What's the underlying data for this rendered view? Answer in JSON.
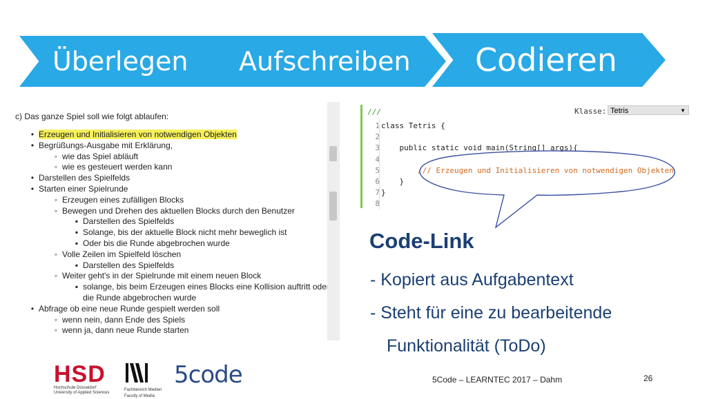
{
  "banner": {
    "steps": [
      "Überlegen",
      "Aufschreiben",
      "Codieren"
    ],
    "color": "#29a9e6"
  },
  "task": {
    "heading": "c) Das ganze Spiel soll wie folgt ablaufen:",
    "items": [
      {
        "level": 1,
        "text": "Erzeugen und Initialisieren von notwendigen Objekten",
        "highlight": true
      },
      {
        "level": 1,
        "text": "Begrüßungs-Ausgabe mit Erklärung,"
      },
      {
        "level": 2,
        "text": "wie das Spiel abläuft"
      },
      {
        "level": 2,
        "text": "wie es gesteuert werden kann"
      },
      {
        "level": 1,
        "text": "Darstellen des Spielfelds"
      },
      {
        "level": 1,
        "text": "Starten einer Spielrunde"
      },
      {
        "level": 2,
        "text": "Erzeugen eines zufälligen Blocks"
      },
      {
        "level": 2,
        "text": "Bewegen und Drehen des aktuellen Blocks durch den Benutzer"
      },
      {
        "level": 3,
        "text": "Darstellen des Spielfelds"
      },
      {
        "level": 3,
        "text": "Solange, bis der aktuelle Block nicht mehr beweglich ist"
      },
      {
        "level": 3,
        "text": "Oder bis die Runde abgebrochen wurde"
      },
      {
        "level": 2,
        "text": "Volle Zeilen im Spielfeld löschen"
      },
      {
        "level": 3,
        "text": "Darstellen des Spielfelds"
      },
      {
        "level": 2,
        "text": "Weiter geht's in der Spielrunde mit einem neuen Block"
      },
      {
        "level": 3,
        "text": "solange, bis beim Erzeugen eines Blocks eine Kollision auftritt oder"
      },
      {
        "level": 0,
        "text": "die Runde abgebrochen wurde"
      },
      {
        "level": 1,
        "text": "Abfrage ob eine neue Runde gespielt werden soll"
      },
      {
        "level": 2,
        "text": "wenn nein, dann Ende des Spiels"
      },
      {
        "level": 2,
        "text": "wenn ja, dann neue Runde starten"
      }
    ],
    "highlight_color": "#f6f05a"
  },
  "editor": {
    "header": "///",
    "class_label": "Klasse:",
    "class_value": "Tetris",
    "line_numbers": [
      "1",
      "2",
      "3",
      "4",
      "5",
      "6",
      "7",
      "8"
    ],
    "lines": [
      "class Tetris {",
      "",
      "    public static void main(String[] args){",
      "",
      "        /// Erzeugen und Initialisieren von notwendigen Objekten",
      "    }",
      "}",
      ""
    ],
    "accent": "#7ec850",
    "comment_color": "#d2691e"
  },
  "code_link": {
    "title": "Code-Link",
    "bullets": [
      "- Kopiert aus Aufgabentext",
      "- Steht für eine zu bearbeitende",
      "Funktionalität (ToDo)"
    ],
    "color": "#1b3f73"
  },
  "footer": {
    "hsd_logo": "HSD",
    "hsd_sub": [
      "Hochschule Düsseldorf",
      "University of Applied Sciences"
    ],
    "fb_sub": [
      "Fachbereich Medien",
      "Faculty of Media"
    ],
    "code_logo": "5code",
    "text": "5Code – LEARNTEC 2017 – Dahm",
    "page_number": "26"
  }
}
